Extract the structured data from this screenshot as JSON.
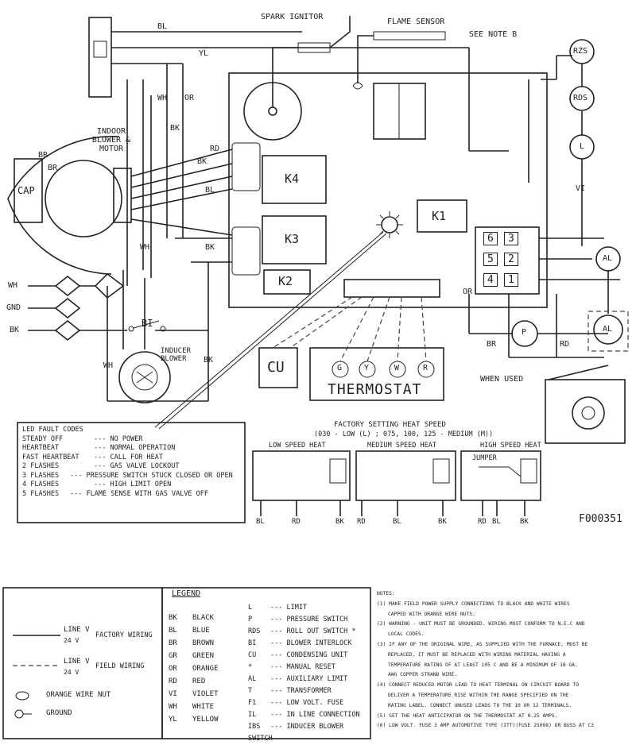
{
  "diagram": {
    "top_labels": {
      "spark_ignitor": "SPARK IGNITOR",
      "flame_sensor": "FLAME SENSOR",
      "see_note": "SEE NOTE B",
      "indoor_blower": "INDOOR BLOWER & MOTOR",
      "cap": "CAP",
      "inducer_blower": "INDUCER BLOWER",
      "when_used": "WHEN USED",
      "drawing_id": "F000351"
    },
    "relays": [
      "K4",
      "K3",
      "K2",
      "K1"
    ],
    "terminals": [
      "6",
      "3",
      "5",
      "2",
      "4",
      "1"
    ],
    "thermostat": {
      "label": "THERMOSTAT",
      "terms": [
        "G",
        "Y",
        "W",
        "R"
      ]
    },
    "cu_label": "CU",
    "wire_labels": [
      "BL",
      "YL",
      "WH",
      "OR",
      "BK",
      "BR",
      "BK",
      "BL",
      "BK",
      "WH",
      "BR",
      "RD",
      "WH",
      "BK",
      "OR",
      "BR",
      "RD",
      "VI"
    ],
    "switch_labels": [
      "RZS",
      "RDS",
      "L",
      "AL",
      "AL",
      "P",
      "BI"
    ],
    "left_supply": [
      "WH",
      "GND",
      "BK"
    ],
    "led_fault_codes": {
      "title": "LED FAULT CODES",
      "rows": [
        [
          "STEADY OFF",
          "NO POWER"
        ],
        [
          "HEARTBEAT",
          "NORMAL OPERATION"
        ],
        [
          "FAST HEARTBEAT",
          "CALL FOR HEAT"
        ],
        [
          "2 FLASHES",
          "GAS VALVE LOCKOUT"
        ],
        [
          "3 FLASHES",
          "PRESSURE SWITCH STUCK CLOSED OR OPEN"
        ],
        [
          "4 FLASHES",
          "HIGH LIMIT OPEN"
        ],
        [
          "5 FLASHES",
          "FLAME SENSE WITH GAS VALVE OFF"
        ]
      ]
    },
    "factory_setting": "FACTORY SETTING HEAT SPEED",
    "factory_setting_sub": "(030 - LOW (L) ; 075, 100, 125 - MEDIUM (M))",
    "speed_panels": [
      {
        "title": "LOW SPEED HEAT",
        "wires": [
          "BL",
          "RD",
          "BK"
        ]
      },
      {
        "title": "MEDIUM SPEED HEAT",
        "wires": [
          "RD",
          "BL",
          "BK"
        ]
      },
      {
        "title": "HIGH SPEED HEAT",
        "wires": [
          "RD",
          "BL",
          "BK"
        ],
        "jumper": "JUMPER"
      }
    ]
  },
  "wiring_key": {
    "factory": "FACTORY WIRING",
    "field": "FIELD WIRING",
    "line_v": "LINE V",
    "v24": "24 V",
    "nut": "ORANGE WIRE NUT",
    "ground": "GROUND"
  },
  "legend": {
    "title": "LEGEND",
    "colors": [
      [
        "BK",
        "BLACK"
      ],
      [
        "BL",
        "BLUE"
      ],
      [
        "BR",
        "BROWN"
      ],
      [
        "GR",
        "GREEN"
      ],
      [
        "OR",
        "ORANGE"
      ],
      [
        "RD",
        "RED"
      ],
      [
        "VI",
        "VIOLET"
      ],
      [
        "WH",
        "WHITE"
      ],
      [
        "YL",
        "YELLOW"
      ]
    ],
    "parts": [
      [
        "L",
        "LIMIT"
      ],
      [
        "P",
        "PRESSURE SWITCH"
      ],
      [
        "RDS",
        "ROLL OUT SWITCH *"
      ],
      [
        "BI",
        "BLOWER INTERLOCK"
      ],
      [
        "CU",
        "CONDENSING UNIT"
      ],
      [
        "*",
        "MANUAL RESET"
      ],
      [
        "AL",
        "AUXILIARY LIMIT"
      ],
      [
        "T",
        "TRANSFORMER"
      ],
      [
        "F1",
        "LOW VOLT. FUSE"
      ],
      [
        "IL",
        "IN LINE CONNECTION"
      ],
      [
        "IBS",
        "INDUCER BLOWER SWITCH"
      ]
    ]
  },
  "notes": {
    "title": "NOTES:",
    "items": [
      "(1) MAKE FIELD POWER SUPPLY CONNECTIONS TO BLACK AND WHITE WIRES",
      "CAPPED WITH ORANGE WIRE NUTS.",
      "(2) WARNING - UNIT MUST BE GROUNDED. WIRING MUST CONFORM TO N.E.C AND",
      "LOCAL CODES.",
      "(3) IF ANY OF THE ORIGINAL WIRE, AS SUPPLIED WITH THE FURNACE, MUST BE",
      "REPLACED, IT MUST BE REPLACED WITH WIRING MATERIAL HAVING A",
      "TEMPERATURE RATING OF AT LEAST 105 C AND BE A MINIMUM OF 18 GA.",
      "AWG COPPER STRAND WIRE.",
      "(4) CONNECT REDUCED MOTOR LEAD TO HEAT TERMINAL ON CIRCUIT BOARD TO",
      "DELIVER A TEMPERATURE RISE WITHIN THE RANGE SPECIFIED ON THE",
      "RATING LABEL. CONNECT UNUSED LEADS TO THE 10 OR 12 TERMINALS.",
      "(5) SET THE HEAT ANTICIPATOR ON THE THERMOSTAT AT 0.25 AMPS.",
      "(6) LOW VOLT. FUSE 3 AMP AUTOMOTIVE TYPE (ITT)(FUSE 25008) OR BUSS AT C3"
    ]
  }
}
